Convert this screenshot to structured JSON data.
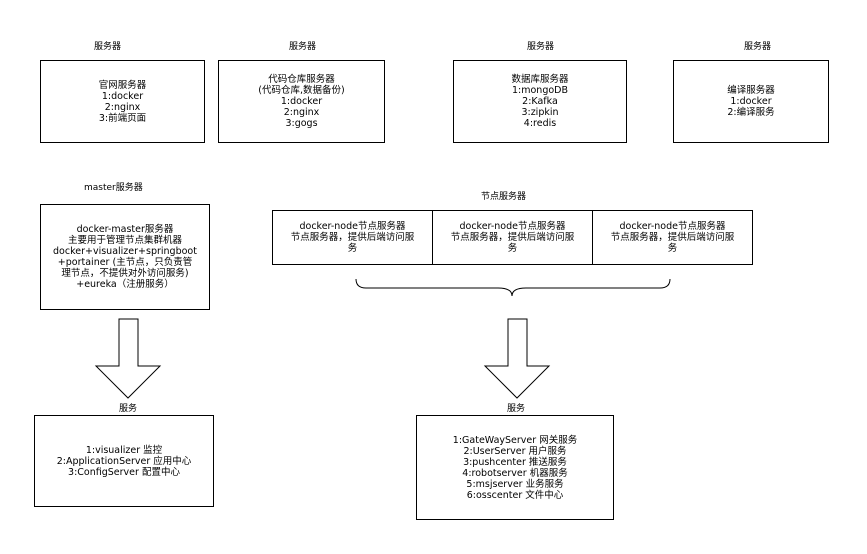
{
  "servers": [
    {
      "label": "服务器",
      "lines": [
        "官网服务器",
        "1:docker",
        "2:nginx",
        "3:前端页面"
      ]
    },
    {
      "label": "服务器",
      "lines": [
        "代码仓库服务器",
        "(代码仓库,数据备份)",
        "1:docker",
        "2:nginx",
        "3:gogs"
      ]
    },
    {
      "label": "服务器",
      "lines": [
        "数据库服务器",
        "1:mongoDB",
        "2:Kafka",
        "3:zipkin",
        "4:redis"
      ]
    },
    {
      "label": "服务器",
      "lines": [
        "编译服务器",
        "1:docker",
        "2:编译服务"
      ]
    }
  ],
  "master": {
    "label": "master服务器",
    "lines": [
      "docker-master服务器",
      "主要用于管理节点集群机器",
      "docker+visualizer+springboot",
      "+portainer (主节点，只负责管",
      "理节点，不提供对外访问服务)",
      "+eureka（注册服务）"
    ]
  },
  "nodes": {
    "label": "节点服务器",
    "items": [
      {
        "lines": [
          "docker-node节点服务器",
          "节点服务器，提供后端访问服",
          "务"
        ]
      },
      {
        "lines": [
          "docker-node节点服务器",
          "节点服务器，提供后端访问服",
          "务"
        ]
      },
      {
        "lines": [
          "docker-node节点服务器",
          "节点服务器，提供后端访问服",
          "务"
        ]
      }
    ]
  },
  "master_services": {
    "label": "服务",
    "lines": [
      "1:visualizer 监控",
      "2:ApplicationServer 应用中心",
      "3:ConfigServer 配置中心"
    ]
  },
  "node_services": {
    "label": "服务",
    "lines": [
      "1:GateWayServer 网关服务",
      "2:UserServer        用户服务",
      "3:pushcenter        推送服务",
      "4:robotserver      机器服务",
      "5:msjserver          业务服务",
      "6:osscenter         文件中心"
    ]
  }
}
